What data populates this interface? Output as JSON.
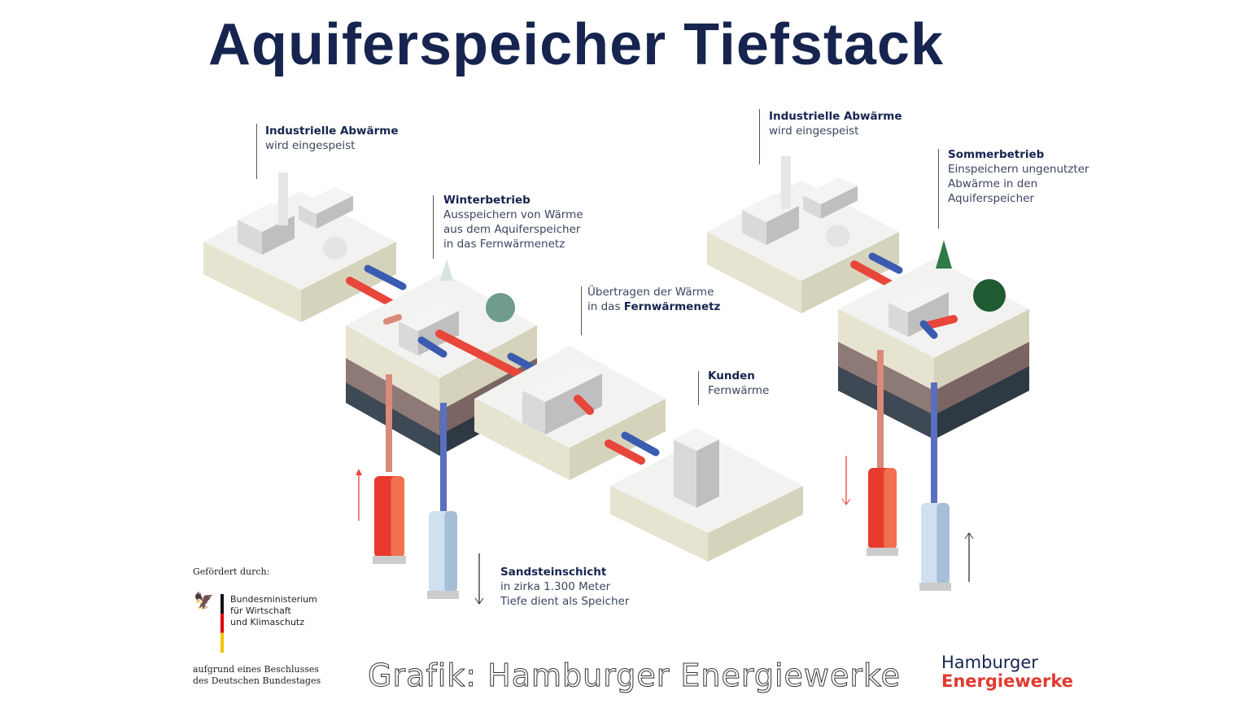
{
  "title": "Aquiferspeicher Tiefstack",
  "labels": {
    "left_industry": {
      "heading": "Industrielle Abwärme",
      "text": "wird eingespeist"
    },
    "winter": {
      "heading": "Winterbetrieb",
      "lines": [
        "Ausspeichern von Wärme",
        "aus dem Aquiferspeicher",
        "in das Fernwärmenetz"
      ]
    },
    "transfer": {
      "line1": "Übertragen der Wärme",
      "line2_prefix": "in das ",
      "line2_bold": "Fernwärmenetz"
    },
    "customers": {
      "heading": "Kunden",
      "text": "Fernwärme"
    },
    "sandstone": {
      "heading": "Sandsteinschicht",
      "lines": [
        "in zirka 1.300 Meter",
        "Tiefe dient als Speicher"
      ]
    },
    "right_industry": {
      "heading": "Industrielle Abwärme",
      "text": "wird eingespeist"
    },
    "summer": {
      "heading": "Sommerbetrieb",
      "lines": [
        "Einspeichern ungenutzter",
        "Abwärme in den",
        "Aquiferspeicher"
      ]
    }
  },
  "funding": {
    "intro": "Gefördert durch:",
    "ministry": [
      "Bundesministerium",
      "für Wirtschaft",
      "und Klimaschutz"
    ],
    "decision": [
      "aufgrund eines Beschlusses",
      "des Deutschen Bundestages"
    ]
  },
  "credit": "Grafik: Hamburger Energiewerke",
  "logo": {
    "line1": "Hamburger",
    "line2": "Energiewerke"
  },
  "colors": {
    "hot": "#e8463a",
    "cold": "#3a5bb0",
    "navy": "#16244f"
  }
}
